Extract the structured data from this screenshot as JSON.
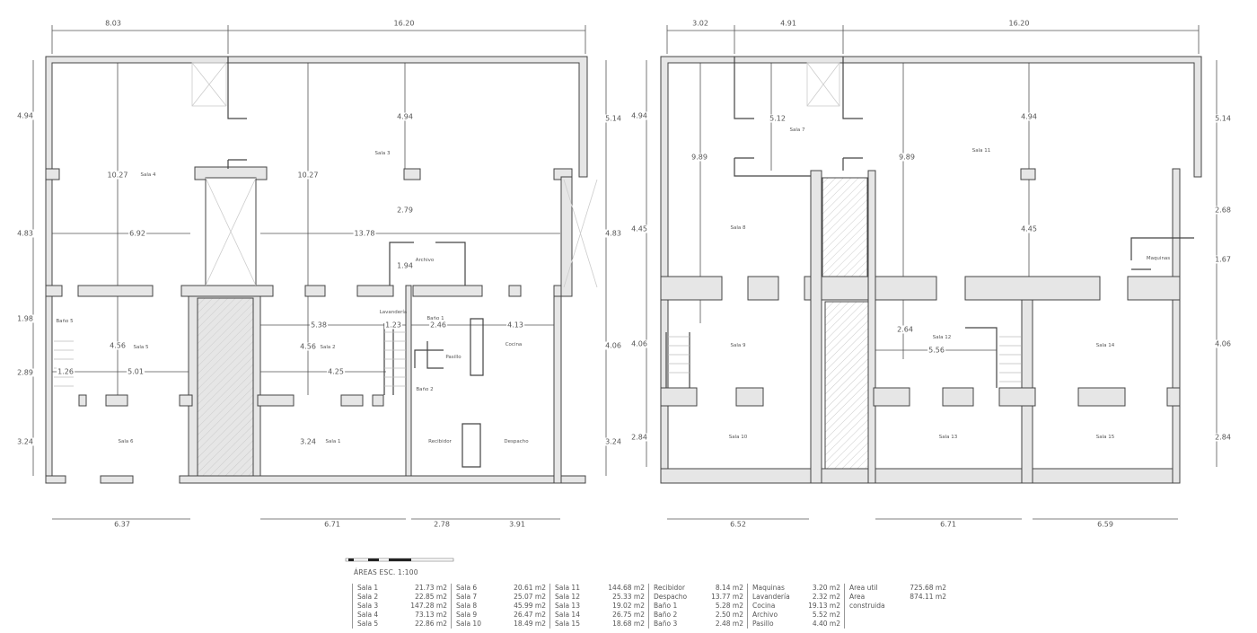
{
  "plans": {
    "left": {
      "dims_top": [
        "8.03",
        "16.20"
      ],
      "dims_left": [
        "4.94",
        "4.83",
        "1.98",
        "2.89",
        "3.24"
      ],
      "dims_right": [
        "5.14",
        "4.83",
        "4.06",
        "3.24"
      ],
      "dims_bottom": [
        "6.37",
        "6.71",
        "2.78",
        "3.91"
      ],
      "dims_inner": [
        "10.27",
        "10.27",
        "4.94",
        "6.92",
        "13.78",
        "2.79",
        "1.94",
        "5.38",
        "1.23",
        "2.46",
        "4.13",
        "4.56",
        "4.56",
        "1.26",
        "5.01",
        "4.25",
        "3.24"
      ],
      "rooms": [
        "Sala 3",
        "Sala 4",
        "Archivo",
        "Lavandería",
        "Baño 1",
        "Baño 5",
        "Sala 5",
        "Sala 2",
        "Cocina",
        "Pasillo",
        "Baño 2",
        "Sala 6",
        "Sala 1",
        "Recibidor",
        "Despacho"
      ]
    },
    "right": {
      "dims_top": [
        "3.02",
        "4.91",
        "16.20"
      ],
      "dims_left": [
        "4.94",
        "4.45",
        "4.06",
        "2.84"
      ],
      "dims_right": [
        "5.14",
        "2.68",
        "1.67",
        "4.06",
        "2.84"
      ],
      "dims_bottom": [
        "6.52",
        "6.71",
        "6.59"
      ],
      "dims_inner": [
        "9.89",
        "5.12",
        "9.89",
        "4.94",
        "4.45",
        "2.64",
        "5.56"
      ],
      "rooms": [
        "Sala 7",
        "Sala 11",
        "Sala 8",
        "Maquinas",
        "Sala 9",
        "Sala 12",
        "Sala 14",
        "Sala 10",
        "Sala 13",
        "Sala 15"
      ]
    }
  },
  "legend": {
    "title": "ÁREAS ESC. 1:100",
    "columns": [
      [
        [
          "Sala 1",
          "21.73 m2"
        ],
        [
          "Sala 2",
          "22.85 m2"
        ],
        [
          "Sala 3",
          "147.28 m2"
        ],
        [
          "Sala 4",
          "73.13 m2"
        ],
        [
          "Sala 5",
          "22.86 m2"
        ]
      ],
      [
        [
          "Sala 6",
          "20.61 m2"
        ],
        [
          "Sala 7",
          "25.07 m2"
        ],
        [
          "Sala 8",
          "45.99 m2"
        ],
        [
          "Sala 9",
          "26.47 m2"
        ],
        [
          "Sala 10",
          "18.49 m2"
        ]
      ],
      [
        [
          "Sala 11",
          "144.68 m2"
        ],
        [
          "Sala 12",
          "25.33 m2"
        ],
        [
          "Sala 13",
          "19.02 m2"
        ],
        [
          "Sala 14",
          "26.75 m2"
        ],
        [
          "Sala 15",
          "18.68 m2"
        ]
      ],
      [
        [
          "Recibidor",
          "8.14 m2"
        ],
        [
          "Despacho",
          "13.77 m2"
        ],
        [
          "Baño 1",
          "5.28 m2"
        ],
        [
          "Baño 2",
          "2.50 m2"
        ],
        [
          "Baño 3",
          "2.48 m2"
        ]
      ],
      [
        [
          "Maquinas",
          "3.20 m2"
        ],
        [
          "Lavandería",
          "2.32 m2"
        ],
        [
          "Cocina",
          "19.13 m2"
        ],
        [
          "Archivo",
          "5.52 m2"
        ],
        [
          "Pasillo",
          "4.40 m2"
        ]
      ],
      [
        [
          "Area util",
          "725.68 m2"
        ],
        [
          "Area construida",
          "874.11 m2"
        ]
      ]
    ]
  }
}
